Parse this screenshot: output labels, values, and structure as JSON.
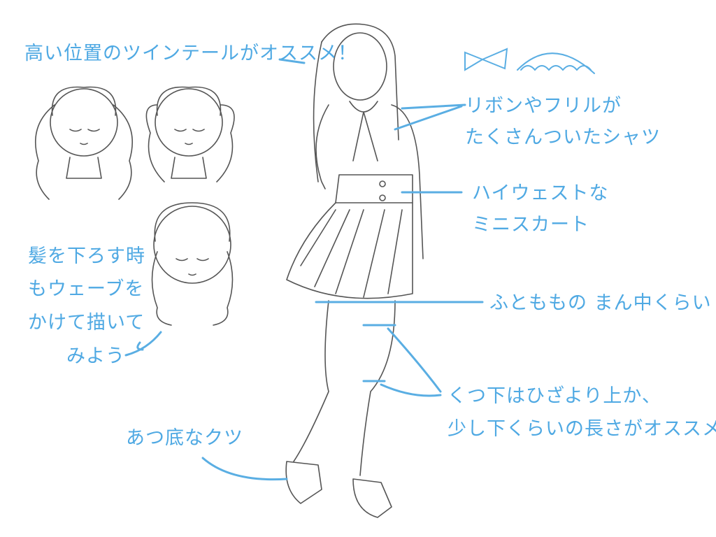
{
  "annotations": {
    "twintail": "高い位置のツインテールがオススメ！",
    "shirt_line1": "リボンやフリルが",
    "shirt_line2": "たくさんついたシャツ",
    "skirt_line1": "ハイウェストな",
    "skirt_line2": "ミニスカート",
    "hair_down_line1": "髪を下ろす時",
    "hair_down_line2": "もウェーブを",
    "hair_down_line3": "かけて描いて",
    "hair_down_line4": "みよう",
    "thigh": "ふとももの まん中くらい",
    "socks_line1": "くつ下はひざより上か、",
    "socks_line2": "少し下くらいの長さがオススメ！",
    "shoes": "あつ底なクツ"
  },
  "colors": {
    "annotation": "#4fa9e3",
    "sketch": "#555555"
  }
}
